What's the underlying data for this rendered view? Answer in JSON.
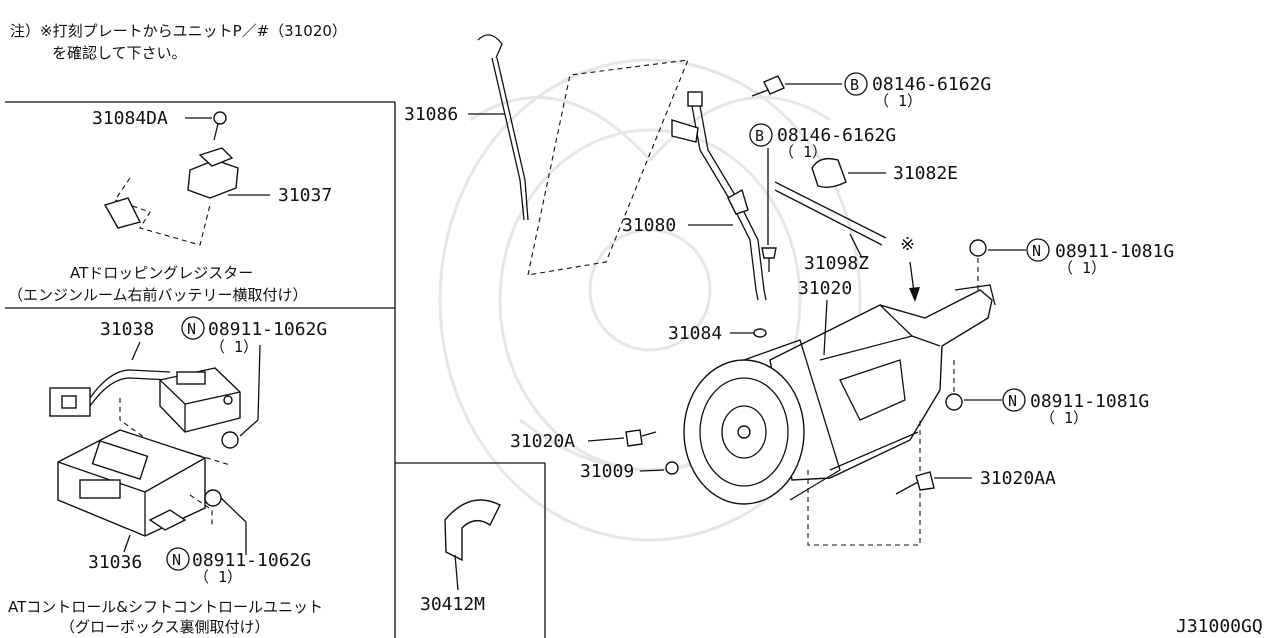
{
  "note": {
    "line1": "注）※打刻プレートからユニットP／#（31020）",
    "line2": "を確認して下さい。"
  },
  "labels": {
    "p31084DA": "31084DA",
    "p31037": "31037",
    "p31086": "31086",
    "p31080": "31080",
    "p31098Z": "31098Z",
    "p31082E": "31082E",
    "p31020": "31020",
    "p31084": "31084",
    "p31020A": "31020A",
    "p31009": "31009",
    "p31020AA": "31020AA",
    "p31038": "31038",
    "p31036": "31036",
    "p30412M": "30412M",
    "bolt_top": "08146-6162G",
    "bolt_top_qty": "（ 1）",
    "bolt_mid": "08146-6162G",
    "bolt_mid_qty": "（ 1）",
    "nut_right_top": "08911-1081G",
    "nut_right_top_qty": "（ 1）",
    "nut_right_mid": "08911-1081G",
    "nut_right_mid_qty": "（ 1）",
    "nut_left_top": "08911-1062G",
    "nut_left_top_qty": "（ 1）",
    "nut_left_bot": "08911-1062G",
    "nut_left_bot_qty": "（ 1）",
    "badge_b": "B",
    "badge_n": "N",
    "asterisk": "※"
  },
  "captions": {
    "dropping_title": "ATドロッピングレジスター",
    "dropping_sub": "（エンジンルーム右前バッテリー横取付け）",
    "control_title": "ATコントロール&シフトコントロールユニット",
    "control_sub": "（グローボックス裏側取付け）"
  },
  "diagram_code": "J31000GQ"
}
